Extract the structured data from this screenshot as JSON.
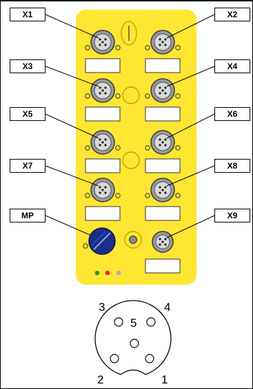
{
  "ports": {
    "x1": "X1",
    "x2": "X2",
    "x3": "X3",
    "x4": "X4",
    "x5": "X5",
    "x6": "X6",
    "x7": "X7",
    "x8": "X8",
    "x9": "X9",
    "mp": "MP"
  },
  "pinout": {
    "pin1": "1",
    "pin2": "2",
    "pin3": "3",
    "pin4": "4",
    "pin5": "5"
  },
  "colors": {
    "module_body": "#ffe632",
    "connector_ring": "#9a9a9a",
    "led_green": "#23a02d",
    "led_red": "#e6261b",
    "led_gray": "#b0b0b0",
    "mp_knob": "#1a2e8c"
  }
}
